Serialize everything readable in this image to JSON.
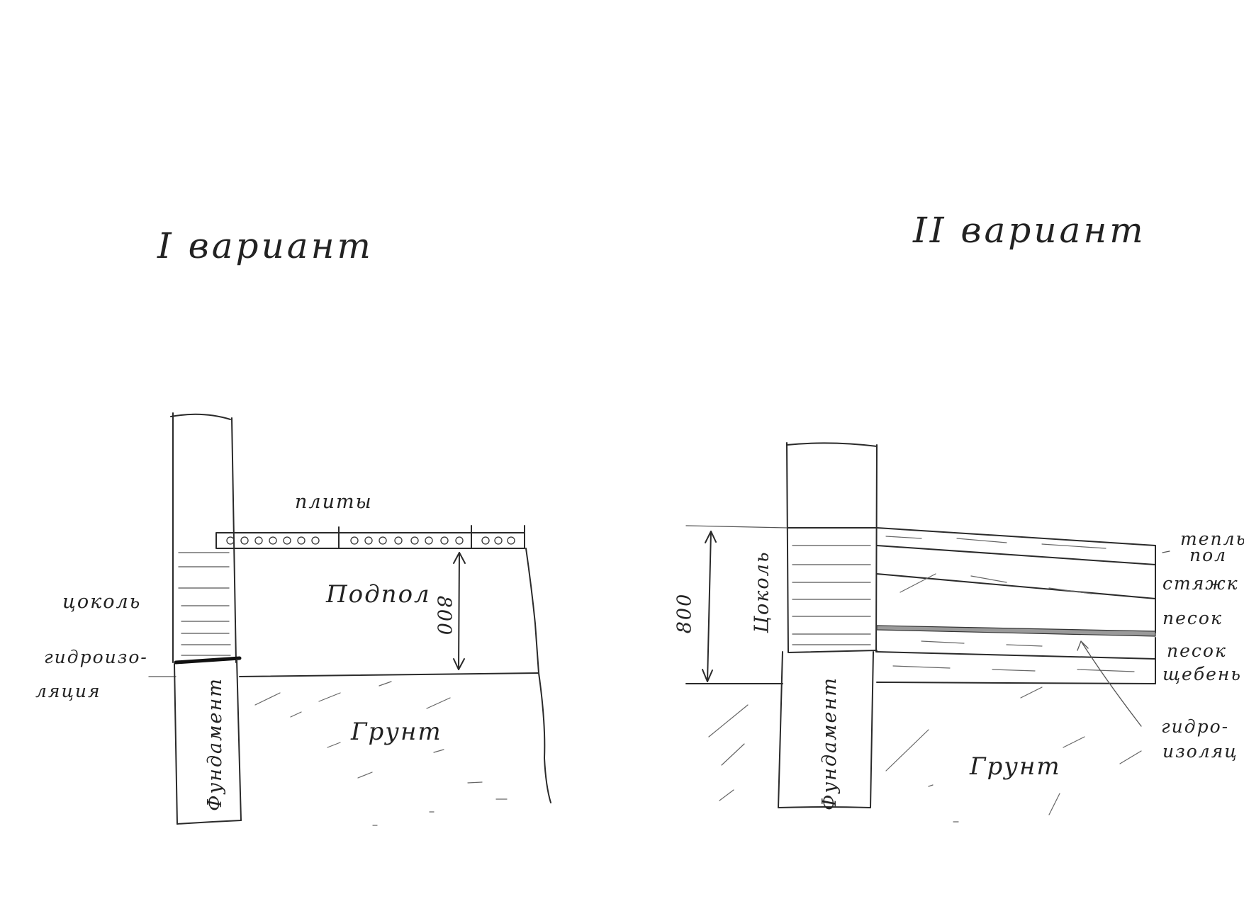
{
  "variant_1": {
    "title": "I вариант",
    "labels": {
      "slabs": "плиты",
      "underfloor": "Подпол",
      "dimension": "800",
      "plinth": "цоколь",
      "waterproofing_line1": "гидроизо-",
      "waterproofing_line2": "ляция",
      "foundation": "Фундамент",
      "soil": "Грунт"
    }
  },
  "variant_2": {
    "title": "II вариант",
    "labels": {
      "dimension": "800",
      "plinth": "Цоколь",
      "foundation": "Фундамент",
      "soil": "Грунт",
      "warm_floor_line1": "теплы",
      "warm_floor_line2": "пол",
      "screed": "стяжк",
      "sand_1": "песок",
      "sand_2": "песок",
      "crushed_stone": "щебень",
      "waterproofing_line1": "гидро-",
      "waterproofing_line2": "изоляц"
    }
  }
}
